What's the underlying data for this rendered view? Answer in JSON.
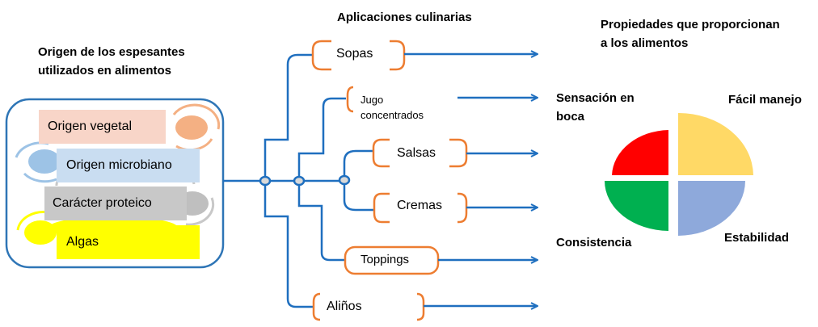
{
  "headings": {
    "origin": [
      "Origen de los espesantes",
      "utilizados en alimentos"
    ],
    "applications": "Aplicaciones culinarias",
    "properties": [
      "Propiedades que proporcionan",
      "a los alimentos"
    ]
  },
  "origins": [
    {
      "label": "Origen vegetal",
      "color": "#F8D5C8",
      "accent": "#F4B083"
    },
    {
      "label": "Origen microbiano",
      "color": "#C9DDF1",
      "accent": "#9DC3E6"
    },
    {
      "label": "Carácter proteico",
      "color": "#C8C8C8",
      "accent": "#BFBFBF"
    },
    {
      "label": "Algas",
      "color": "#FFFF00",
      "accent": "#FFFF00"
    }
  ],
  "applications": [
    {
      "label": "Sopas"
    },
    {
      "label_lines": [
        "Jugo",
        "concentrados"
      ]
    },
    {
      "label": "Salsas"
    },
    {
      "label": "Cremas"
    },
    {
      "label": "Toppings"
    },
    {
      "label": "Aliños"
    }
  ],
  "properties": [
    {
      "label_lines": [
        "Sensación en",
        "boca"
      ],
      "color": "#FF0000"
    },
    {
      "label": "Fácil manejo",
      "color": "#FFD966"
    },
    {
      "label": "Consistencia",
      "color": "#00B050"
    },
    {
      "label": "Estabilidad",
      "color": "#8EA9DB"
    }
  ],
  "colors": {
    "connector": "#1F6FBF",
    "bracket": "#ED7D31",
    "node_fill": "#D9D9D9",
    "frame": "#2E75B6"
  }
}
